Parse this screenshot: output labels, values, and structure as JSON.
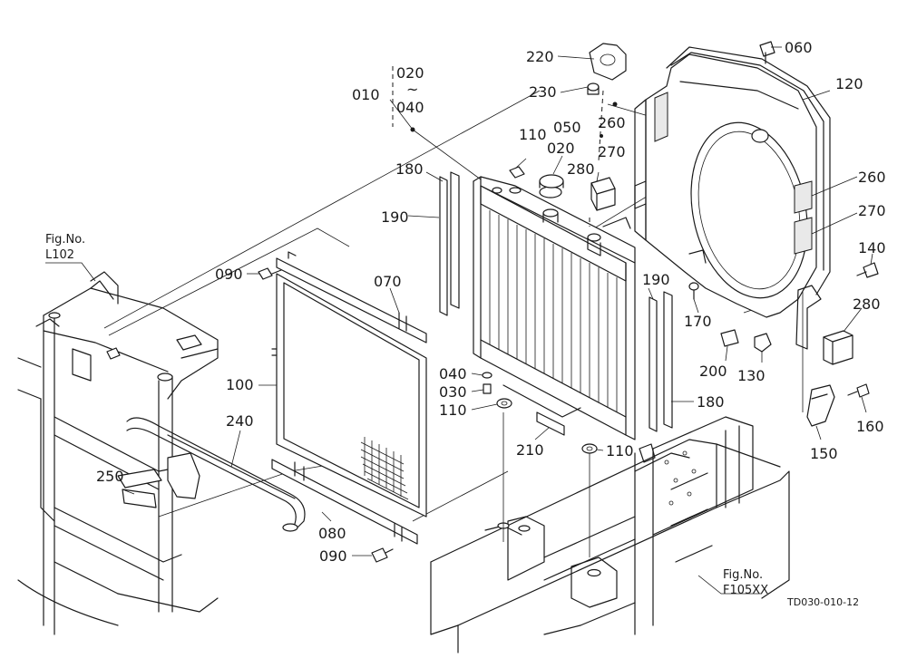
{
  "callouts": {
    "c010": "010",
    "c020a": "020",
    "c040a": "040",
    "tilde": "~",
    "c220": "220",
    "c230": "230",
    "c050": "050",
    "c260a": "260",
    "c270a": "270",
    "c060": "060",
    "c120": "120",
    "c110a": "110",
    "c020b": "020",
    "c280a": "280",
    "c180a": "180",
    "c190a": "190",
    "c260b": "260",
    "c270b": "270",
    "c140": "140",
    "c090a": "090",
    "c070": "070",
    "c190b": "190",
    "c280b": "280",
    "c170": "170",
    "c100": "100",
    "c040b": "040",
    "c030": "030",
    "c110b": "110",
    "c200": "200",
    "c130": "130",
    "c180b": "180",
    "c160": "160",
    "c240": "240",
    "c210": "210",
    "c110c": "110",
    "c150": "150",
    "c250": "250",
    "c080": "080",
    "c090b": "090"
  },
  "figure_refs": {
    "left_label": "Fig.No.",
    "left_value": "L102",
    "right_label": "Fig.No.",
    "right_value": "F105XX"
  },
  "drawing_code": "TD030-010-12"
}
